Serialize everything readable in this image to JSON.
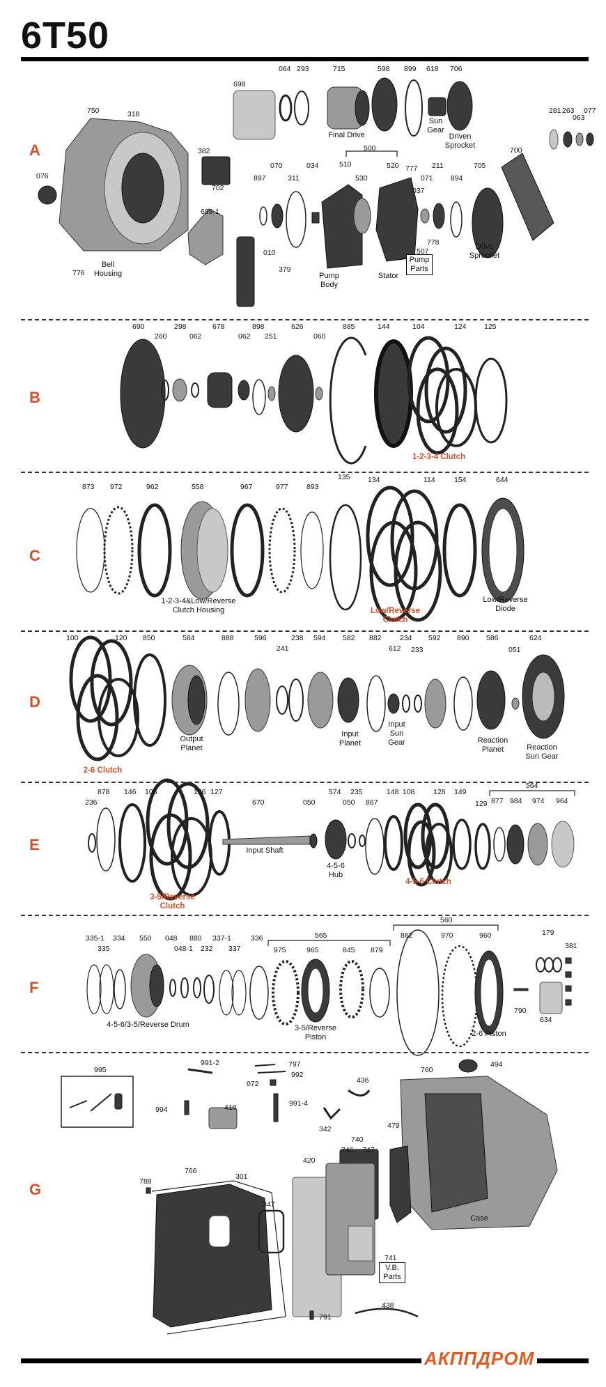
{
  "title": "6T50",
  "logo": "АКППДРОМ",
  "sections": [
    "A",
    "B",
    "C",
    "D",
    "E",
    "F",
    "G"
  ],
  "labels": {
    "a": [
      "064",
      "293",
      "715",
      "598",
      "899",
      "618",
      "706",
      "698",
      "750",
      "318",
      "281",
      "263",
      "063",
      "077",
      "382",
      "076",
      "702",
      "897",
      "070",
      "311",
      "034",
      "500",
      "510",
      "530",
      "520",
      "777",
      "211",
      "071",
      "037",
      "894",
      "705",
      "700",
      "698-1",
      "010",
      "379",
      "778",
      "507",
      "776"
    ],
    "b": [
      "690",
      "260",
      "298",
      "062",
      "678",
      "062",
      "898",
      "251",
      "626",
      "060",
      "885",
      "144",
      "104",
      "124",
      "125"
    ],
    "c": [
      "873",
      "972",
      "962",
      "558",
      "967",
      "977",
      "893",
      "135",
      "134",
      "114",
      "154",
      "644"
    ],
    "d": [
      "100",
      "120",
      "850",
      "584",
      "888",
      "596",
      "241",
      "238",
      "594",
      "582",
      "882",
      "612",
      "234",
      "233",
      "592",
      "890",
      "586",
      "051",
      "624"
    ],
    "e": [
      "236",
      "878",
      "146",
      "106",
      "126",
      "127",
      "670",
      "050",
      "574",
      "235",
      "050",
      "867",
      "148",
      "108",
      "128",
      "149",
      "129",
      "877",
      "984",
      "974",
      "964",
      "564"
    ],
    "f": [
      "335-1",
      "335",
      "334",
      "550",
      "048",
      "880",
      "048-1",
      "232",
      "337-1",
      "337",
      "336",
      "565",
      "975",
      "965",
      "845",
      "879",
      "560",
      "862",
      "970",
      "960",
      "179",
      "381",
      "790",
      "634"
    ],
    "g": [
      "995",
      "991-2",
      "797",
      "992",
      "072",
      "994",
      "410",
      "991-4",
      "436",
      "342",
      "760",
      "494",
      "740",
      "746",
      "747",
      "479",
      "788",
      "766",
      "301",
      "347",
      "420",
      "741",
      "791",
      "438"
    ]
  },
  "captions": {
    "final_drive": "Final Drive",
    "sun_gear": "Sun Gear",
    "driven_sprocket": "Driven Sprocket",
    "bell_housing": "Bell Housing",
    "pump_body": "Pump Body",
    "stator": "Stator",
    "pump_parts": "Pump Parts",
    "drive_sprocket": "Drive Sprocket",
    "clutch_1234": "1-2-3-4 Clutch",
    "clutch_housing": "1-2-3-4&Low/Reverse Clutch Housing",
    "low_reverse_clutch": "Low/Reverse Clutch",
    "low_reverse_diode": "Low/Reverse Diode",
    "output_planet": "Output Planet",
    "input_planet": "Input Planet",
    "input_sun_gear": "Input Sun Gear",
    "reaction_planet": "Reaction Planet",
    "reaction_sun_gear": "Reaction Sun Gear",
    "clutch_26": "2-6 Clutch",
    "input_shaft": "Input Shaft",
    "hub_456": "4-5-6 Hub",
    "clutch_35r": "3-5/Reverse Clutch",
    "clutch_456": "4-5-6 Clutch",
    "drum": "4-5-6/3-5/Reverse Drum",
    "piston_35r": "3-5/Reverse Piston",
    "piston_26": "2-6 Piston",
    "case": "Case",
    "vb_parts": "V.B. Parts"
  },
  "colors": {
    "accent": "#d4502a",
    "logo": "#e05a1e"
  }
}
